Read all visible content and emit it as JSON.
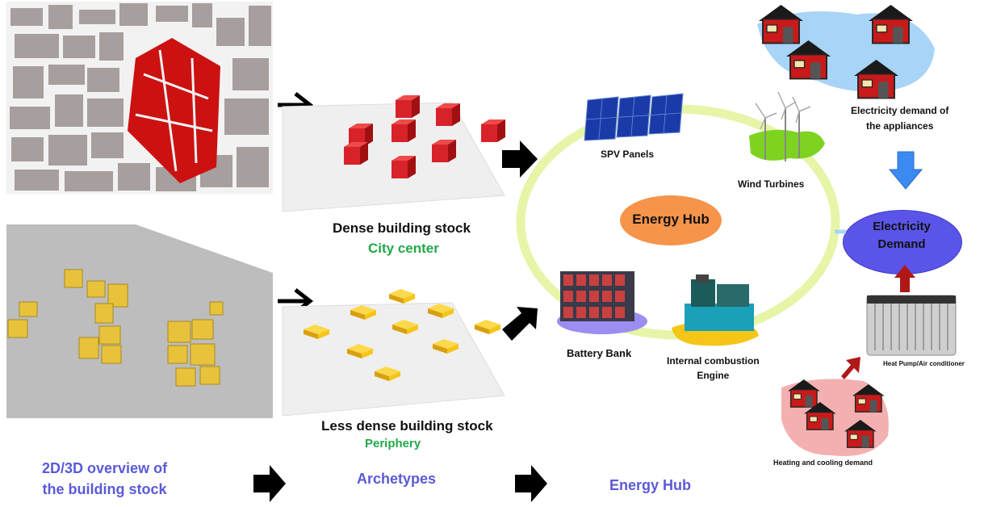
{
  "stages": {
    "overview": "2D/3D overview of\nthe building stock",
    "archetypes": "Archetypes",
    "energy_hub": "Energy Hub"
  },
  "archetypes": {
    "dense_title": "Dense building stock",
    "dense_sub": "City center",
    "less_dense_title": "Less dense building stock",
    "less_dense_sub": "Periphery"
  },
  "hub": {
    "center": "Energy Hub",
    "spv": "SPV Panels",
    "wind": "Wind Turbines",
    "battery": "Battery Bank",
    "engine": "Internal combustion\nEngine"
  },
  "demand": {
    "appliances": "Electricity demand of\nthe appliances",
    "electricity_demand": "Electricity\nDemand",
    "heat_pump": "Heat Pump/Air conditioner",
    "heating_cooling": "Heating and cooling demand"
  },
  "colors": {
    "stage_label": "#5a5ad8",
    "green_label": "#22a84a",
    "hub_fill": "#f5944a",
    "cycle": "#e6f5a8",
    "demand_fill": "#5a55e8",
    "dense_cube": "#d8222a",
    "sparse_block": "#f5c518",
    "arrow_blue": "#3a8af0",
    "arrow_red": "#b01818"
  }
}
